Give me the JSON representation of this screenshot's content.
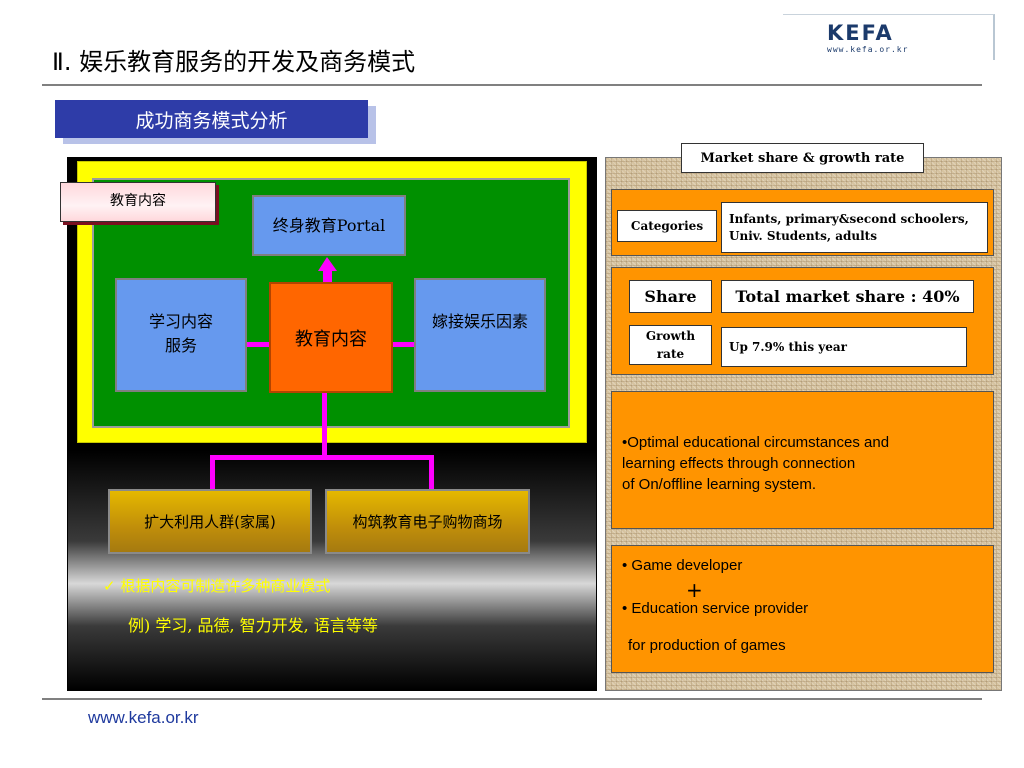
{
  "header": {
    "logo": "KEFA",
    "logo_url": "www.kefa.or.kr",
    "title": "Ⅱ. 娱乐教育服务的开发及商务模式",
    "section": "成功商务模式分析"
  },
  "left": {
    "tab": "教育内容",
    "top_box": "终身教育Portal",
    "left_box": [
      "学习内容",
      "服务"
    ],
    "center_box": "教育内容",
    "right_box": "嫁接娱乐因素",
    "bottom_left": "扩大利用人群(家属)",
    "bottom_right": "构筑教育电子购物商场",
    "note_1": "✓ 根据内容可制造许多种商业模式",
    "note_2": "例) 学习, 品德, 智力开发, 语言等等"
  },
  "right": {
    "title": "Market share & growth rate",
    "categories_label": "Categories",
    "categories_value": [
      "Infants, primary&second schoolers,",
      "Univ. Students, adults"
    ],
    "share_label": "Share",
    "share_value": "Total market share : 40%",
    "growth_label": [
      "Growth",
      "rate"
    ],
    "growth_value": "Up 7.9% this year",
    "box3_lines": [
      "•Optimal educational circumstances and",
      " learning effects through connection",
      " of On/offline learning system."
    ],
    "box4_line1": "• Game developer",
    "box4_plus": "+",
    "box4_line2": "• Education  service provider",
    "box4_line3": "for production of games"
  },
  "footer": {
    "url": "www.kefa.or.kr"
  },
  "colors": {
    "title_bar": "#2e3ca8",
    "yellow": "#ffff00",
    "green": "#009000",
    "blue_box": "#6699ee",
    "orange_center": "#ff6600",
    "gold": "#c08e0a",
    "orange_panel": "#ff9400",
    "connector": "#ff00ff",
    "footer_link": "#1f3a9e"
  }
}
